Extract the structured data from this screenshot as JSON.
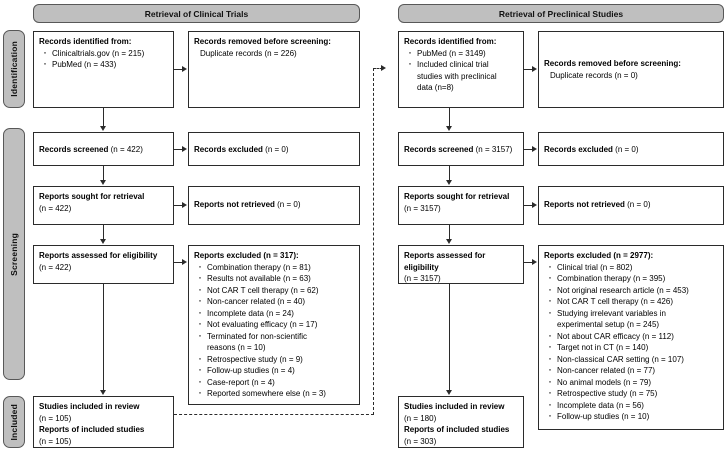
{
  "diagram": {
    "type": "prisma-flow-diagram",
    "stages": [
      {
        "id": "identification",
        "label": "Identification"
      },
      {
        "id": "screening",
        "label": "Screening"
      },
      {
        "id": "included",
        "label": "Included"
      }
    ],
    "columns": [
      {
        "id": "clinical",
        "header": "Retrieval of Clinical Trials",
        "identified": {
          "title": "Records identified from:",
          "items": [
            "Clinicaltrials.gov (n = 215)",
            "PubMed (n = 433)"
          ]
        },
        "removed": {
          "title": "Records removed before screening:",
          "items": [
            "Duplicate records (n = 226)"
          ]
        },
        "screened": {
          "bold": "Records screened",
          "count": "(n = 422)"
        },
        "excluded_screen": {
          "bold": "Records excluded",
          "count": "(n = 0)"
        },
        "sought": {
          "bold": "Reports sought for retrieval",
          "count": "(n = 422)"
        },
        "not_retrieved": {
          "bold": "Reports not retrieved",
          "count": "(n = 0)"
        },
        "assessed": {
          "bold": "Reports assessed for eligibility",
          "count": "(n = 422)"
        },
        "excluded": {
          "title": "Reports excluded (n = 317):",
          "items": [
            "Combination therapy (n = 81)",
            "Results not available (n = 63)",
            "Not CAR T cell therapy (n = 62)",
            "Non-cancer related (n = 40)",
            "Incomplete data (n = 24)",
            "Not evaluating efficacy (n = 17)",
            "Terminated for non-scientific",
            "reasons (n = 10)",
            "Retrospective study (n = 9)",
            "Follow-up studies (n = 4)",
            "Case-report (n = 4)",
            "Reported somewhere else (n = 3)"
          ],
          "continuations": [
            7
          ]
        },
        "included": {
          "line1": "Studies included in review",
          "line2": "(n = 105)",
          "line3": "Reports of included studies",
          "line4": "(n = 105)"
        }
      },
      {
        "id": "preclinical",
        "header": "Retrieval of Preclinical Studies",
        "identified": {
          "title": "Records identified from:",
          "items": [
            "PubMed (n = 3149)",
            "Included clinical trial",
            "studies with preclinical",
            "data (n=8)"
          ],
          "continuations": [
            2,
            3
          ]
        },
        "removed": {
          "title": "Records removed before screening:",
          "items": [
            "Duplicate records (n = 0)"
          ]
        },
        "screened": {
          "bold": "Records screened",
          "count": "(n = 3157)"
        },
        "excluded_screen": {
          "bold": "Records excluded",
          "count": "(n = 0)"
        },
        "sought": {
          "bold": "Reports sought for retrieval",
          "count": "(n = 3157)"
        },
        "not_retrieved": {
          "bold": "Reports not retrieved",
          "count": "(n = 0)"
        },
        "assessed": {
          "bold": "Reports assessed for eligibility",
          "count": "(n = 3157)"
        },
        "excluded": {
          "title": "Reports excluded (n = 2977):",
          "items": [
            "Clinical trial (n = 802)",
            "Combination therapy (n = 395)",
            "Not original research article (n = 453)",
            "Not CAR T cell therapy (n = 426)",
            "Studying irrelevant variables in",
            "experimental setup (n = 245)",
            "Not about CAR efficacy (n = 112)",
            "Target not in CT (n = 140)",
            "Non-classical CAR setting (n = 107)",
            "Non-cancer related (n = 77)",
            "No animal models (n = 79)",
            "Retrospective study (n = 75)",
            "Incomplete data (n = 56)",
            "Follow-up studies (n = 10)"
          ],
          "continuations": [
            5
          ]
        },
        "included": {
          "line1": "Studies included in review",
          "line2": "(n = 180)",
          "line3": "Reports of included studies",
          "line4": "(n = 303)"
        }
      }
    ],
    "colors": {
      "stage_fill": "#bfbfbf",
      "stage_border": "#585858",
      "box_border": "#2b2b2b",
      "background": "#ffffff",
      "text": "#000000"
    }
  }
}
